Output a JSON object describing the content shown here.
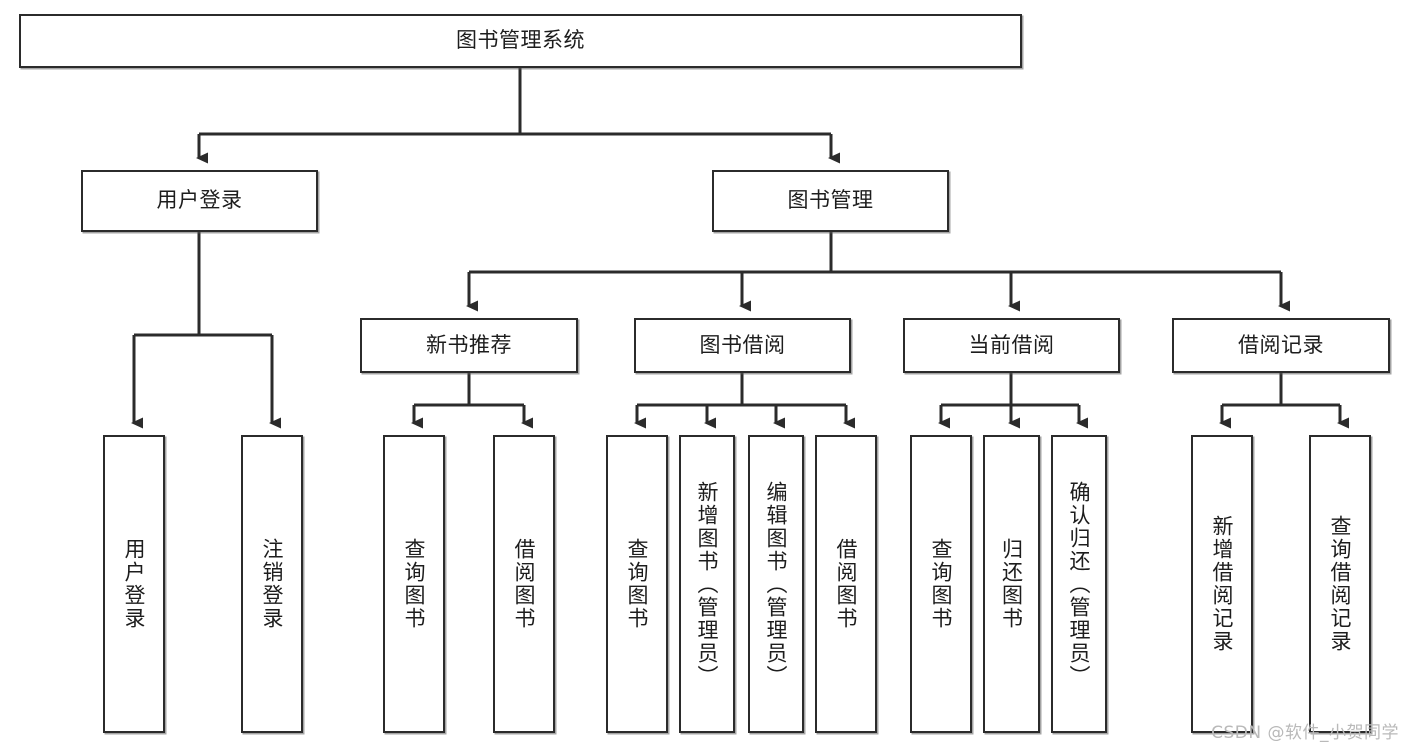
{
  "diagram": {
    "title": "图书管理系统",
    "watermark": "CSDN @软件_小贺同学",
    "type": "tree-hierarchy",
    "edge_color": "#2b2b2b",
    "box_border_color": "#2b2b2b",
    "background_color": "#ffffff",
    "nodes": {
      "root": {
        "label": "图书管理系统",
        "level": 1,
        "orientation": "horizontal"
      },
      "user_login": {
        "label": "用户登录",
        "level": 2,
        "orientation": "horizontal"
      },
      "book_manage": {
        "label": "图书管理",
        "level": 2,
        "orientation": "horizontal"
      },
      "new_book_rec": {
        "label": "新书推荐",
        "level": 3,
        "orientation": "horizontal"
      },
      "book_borrow": {
        "label": "图书借阅",
        "level": 3,
        "orientation": "horizontal"
      },
      "current_borrow": {
        "label": "当前借阅",
        "level": 3,
        "orientation": "horizontal"
      },
      "borrow_record": {
        "label": "借阅记录",
        "level": 3,
        "orientation": "horizontal"
      },
      "leaf_user_login": {
        "label": "用户登录",
        "level": 4,
        "orientation": "vertical"
      },
      "leaf_logout": {
        "label": "注销登录",
        "level": 4,
        "orientation": "vertical"
      },
      "leaf_query_book_a": {
        "label": "查询图书",
        "level": 4,
        "orientation": "vertical"
      },
      "leaf_borrow_book_a": {
        "label": "借阅图书",
        "level": 4,
        "orientation": "vertical"
      },
      "leaf_query_book_b": {
        "label": "查询图书",
        "level": 4,
        "orientation": "vertical"
      },
      "leaf_add_book": {
        "label": "新增图书（管理员）",
        "level": 4,
        "orientation": "vertical"
      },
      "leaf_edit_book": {
        "label": "编辑图书（管理员）",
        "level": 4,
        "orientation": "vertical"
      },
      "leaf_borrow_book_b": {
        "label": "借阅图书",
        "level": 4,
        "orientation": "vertical"
      },
      "leaf_query_book_c": {
        "label": "查询图书",
        "level": 4,
        "orientation": "vertical"
      },
      "leaf_return_book": {
        "label": "归还图书",
        "level": 4,
        "orientation": "vertical"
      },
      "leaf_confirm_return": {
        "label": "确认归还（管理员）",
        "level": 4,
        "orientation": "vertical"
      },
      "leaf_add_record": {
        "label": "新增借阅记录",
        "level": 4,
        "orientation": "vertical"
      },
      "leaf_query_record": {
        "label": "查询借阅记录",
        "level": 4,
        "orientation": "vertical"
      }
    },
    "edges": [
      {
        "from": "root",
        "to": "user_login"
      },
      {
        "from": "root",
        "to": "book_manage"
      },
      {
        "from": "user_login",
        "to": "leaf_user_login"
      },
      {
        "from": "user_login",
        "to": "leaf_logout"
      },
      {
        "from": "book_manage",
        "to": "new_book_rec"
      },
      {
        "from": "book_manage",
        "to": "book_borrow"
      },
      {
        "from": "book_manage",
        "to": "current_borrow"
      },
      {
        "from": "book_manage",
        "to": "borrow_record"
      },
      {
        "from": "new_book_rec",
        "to": "leaf_query_book_a"
      },
      {
        "from": "new_book_rec",
        "to": "leaf_borrow_book_a"
      },
      {
        "from": "book_borrow",
        "to": "leaf_query_book_b"
      },
      {
        "from": "book_borrow",
        "to": "leaf_add_book"
      },
      {
        "from": "book_borrow",
        "to": "leaf_edit_book"
      },
      {
        "from": "book_borrow",
        "to": "leaf_borrow_book_b"
      },
      {
        "from": "current_borrow",
        "to": "leaf_query_book_c"
      },
      {
        "from": "current_borrow",
        "to": "leaf_return_book"
      },
      {
        "from": "current_borrow",
        "to": "leaf_confirm_return"
      },
      {
        "from": "borrow_record",
        "to": "leaf_add_record"
      },
      {
        "from": "borrow_record",
        "to": "leaf_query_record"
      }
    ]
  }
}
